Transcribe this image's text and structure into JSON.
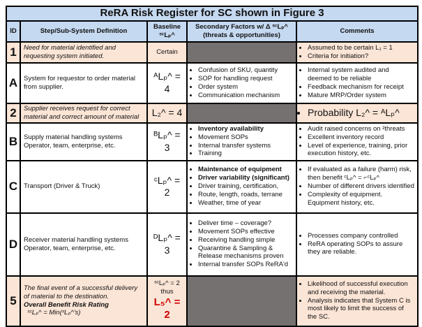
{
  "title": "ReRA Risk Register for SC shown in Figure 3",
  "headers": {
    "id": "ID",
    "step": "Step/Sub-System Definition",
    "baseline1": "Baseline",
    "baseline2": "ˢᶜLₚ^",
    "secondary1": "Secondary Factors w/ Δ ˢᶜLₚ^",
    "secondary2": "(threats & opportunities)",
    "comments": "Comments"
  },
  "rows": [
    {
      "id": "1",
      "step": "Need for material identified and requesting system initiated.",
      "baseline": "Certain",
      "comments": [
        "Assumed to be certain L₁ = 1",
        "Criteria for initiation?"
      ]
    },
    {
      "id": "A",
      "step": "System for requestor to order material from supplier.",
      "baseline": "ᴬLₚ^ = 4",
      "factors": [
        "Confusion of SKU, quantity",
        "SOP for handling request",
        "Order system",
        "Communication mechanism"
      ],
      "comments": [
        "Internal system audited and deemed to be reliable",
        "Feedback mechanism for receipt",
        "Mature MRP/Order system"
      ]
    },
    {
      "id": "2",
      "step": "Supplier receives request for correct material and correct amount of material",
      "baseline": "L₂^ = 4",
      "comments": [
        "Probability L₂^ = ᴬLₚ^"
      ]
    },
    {
      "id": "B",
      "step1": "Supply material handling systems",
      "step2": "Operator, team, enterprise, etc.",
      "baseline": "ᴮLₚ^ = 3",
      "factors": [
        "Inventory availability",
        "Movement SOPs",
        "Internal transfer systems",
        "Training"
      ],
      "comments": [
        "Audit raised concerns on ²threats",
        "Excellent inventory record",
        "Level of experience, training, prior execution history, etc."
      ]
    },
    {
      "id": "C",
      "step": "Transport (Driver & Truck)",
      "baseline": "ᶜLₚ^ = 2",
      "factors": [
        "Maintenance of equipment",
        "Driver variability (significant)",
        "Driver training, certification,",
        "Route, length, roads, terrane",
        "Weather, time of year"
      ],
      "comments": [
        "If evaluated as a failure (harm) risk, then benefit ᶜLₚ^ = ⌐ᶜLₚ^",
        "Number of different drivers identified",
        "Complexity of equipment. Equipment history, etc."
      ]
    },
    {
      "id": "D",
      "step1": "Receiver material handling systems",
      "step2": "Operator, team, enterprise, etc.",
      "baseline": "ᴰLₚ^ = 3",
      "factors": [
        "Deliver time  – coverage?",
        "Movement SOPs effective",
        "Receiving handling simple",
        "Quarantine & Sampling & Release mechanisms proven",
        "Internal transfer SOPs  ReRA'd"
      ],
      "comments": [
        "Processes company controlled",
        "ReRA operating SOPs to assure they are reliable."
      ]
    },
    {
      "id": "5",
      "step1": "The final event of a successful delivery of material to the destination.",
      "step2": "Overall Benefit Risk Rating",
      "step3": "ˢᶜLₚ^ = Min(ˣLₚ^'s)",
      "baseline1": "ˢᶜLₚ^ = 2",
      "baseline2": "thus",
      "baseline3": "L₅^ = 2",
      "comments": [
        "Likelihood of successful execution and receiving the material.",
        "Analysis indicates that System C is most likely to limit the success of the SC."
      ]
    }
  ],
  "colors": {
    "header": "#c5d9f1",
    "peach": "#fbe5d6",
    "gray": "#767171",
    "red": "#d00000"
  }
}
